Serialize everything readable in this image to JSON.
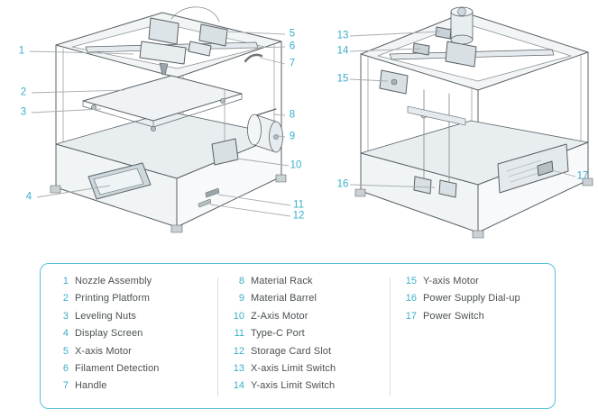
{
  "colors": {
    "accent": "#3aaecb",
    "legend_border": "#5ac0dc",
    "label_text": "#4a4f52",
    "line": "#5a6065"
  },
  "diagrams": {
    "left": {
      "name": "3D printer front view",
      "callouts": [
        {
          "num": "1"
        },
        {
          "num": "2"
        },
        {
          "num": "3"
        },
        {
          "num": "4"
        },
        {
          "num": "5"
        },
        {
          "num": "6"
        },
        {
          "num": "7"
        },
        {
          "num": "8"
        },
        {
          "num": "9"
        },
        {
          "num": "10"
        },
        {
          "num": "11"
        },
        {
          "num": "12"
        }
      ]
    },
    "right": {
      "name": "3D printer rear view",
      "callouts": [
        {
          "num": "13"
        },
        {
          "num": "14"
        },
        {
          "num": "15"
        },
        {
          "num": "16"
        },
        {
          "num": "17"
        }
      ]
    }
  },
  "legend": {
    "columns": [
      {
        "items": [
          {
            "num": "1",
            "label": "Nozzle Assembly"
          },
          {
            "num": "2",
            "label": "Printing Platform"
          },
          {
            "num": "3",
            "label": "Leveling Nuts"
          },
          {
            "num": "4",
            "label": "Display Screen"
          },
          {
            "num": "5",
            "label": "X-axis Motor"
          },
          {
            "num": "6",
            "label": "Filament Detection"
          },
          {
            "num": "7",
            "label": "Handle"
          }
        ]
      },
      {
        "items": [
          {
            "num": "8",
            "label": "Material Rack"
          },
          {
            "num": "9",
            "label": "Material Barrel"
          },
          {
            "num": "10",
            "label": "Z-Axis Motor"
          },
          {
            "num": "11",
            "label": "Type-C Port"
          },
          {
            "num": "12",
            "label": "Storage Card Slot"
          },
          {
            "num": "13",
            "label": "X-axis Limit Switch"
          },
          {
            "num": "14",
            "label": "Y-axis Limit Switch"
          }
        ]
      },
      {
        "items": [
          {
            "num": "15",
            "label": "Y-axis Motor"
          },
          {
            "num": "16",
            "label": "Power Supply Dial-up"
          },
          {
            "num": "17",
            "label": "Power Switch"
          }
        ]
      }
    ]
  }
}
